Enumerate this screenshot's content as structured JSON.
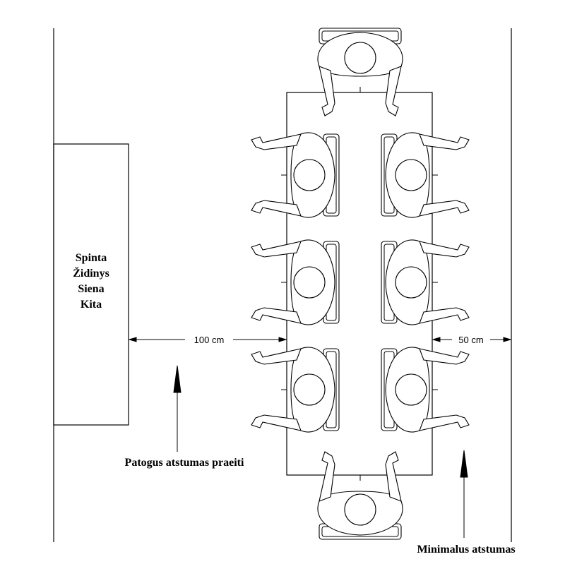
{
  "furniture_labels": [
    "Spinta",
    "Židinys",
    "Siena",
    "Kita"
  ],
  "dimensions": {
    "passage": "100 cm",
    "minimum": "50 cm"
  },
  "notes": {
    "comfortable": "Patogus atstumas praeiti",
    "minimum": "Minimalus atstumas"
  },
  "colors": {
    "ink": "#000000",
    "paper": "#ffffff"
  }
}
